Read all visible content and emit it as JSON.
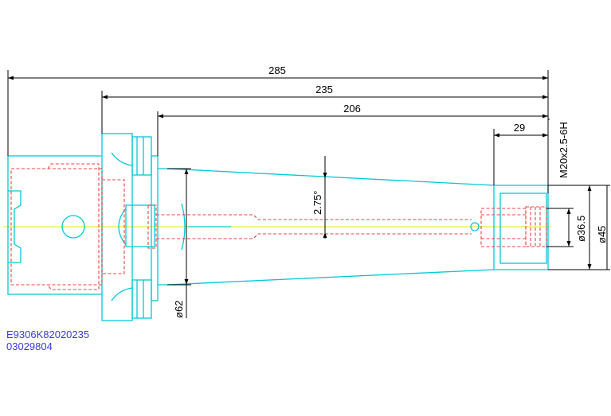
{
  "dimensions": {
    "overall_length": "285",
    "flange_to_end": "235",
    "taper_to_end": "206",
    "bore_depth": "29",
    "thread": "M20x2.5-6H",
    "bore_diameter": "ø36.5",
    "nose_diameter": "ø45",
    "taper_diameter": "ø62",
    "taper_angle": "2.75°"
  },
  "part_number": "E9306K82020235",
  "part_code": "03029804",
  "colors": {
    "outline": "#00c8d8",
    "hidden_lines": "#f04040",
    "dimensions": "#000000",
    "centerline": "#e6e600",
    "part_text": "#3a3adc"
  }
}
